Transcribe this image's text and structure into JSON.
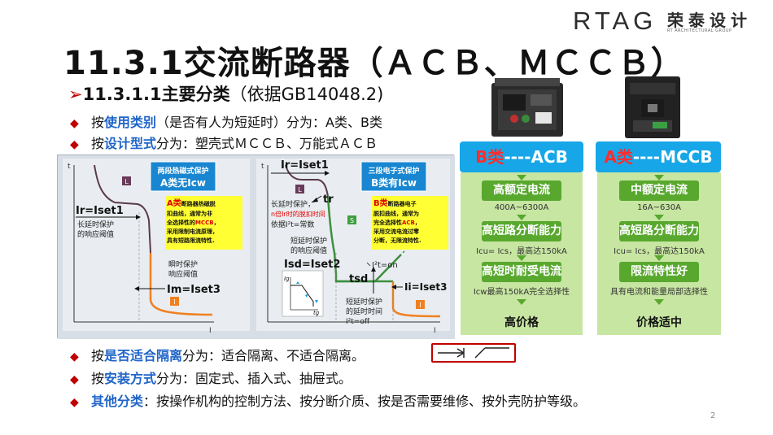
{
  "logo": {
    "brand": "RTAG",
    "chinese": "荣泰设计",
    "tagline": "RT ARCHITECTURAL GROUP"
  },
  "title": "11.3.1交流断路器（ＡＣＢ、ＭＣＣＢ）",
  "subtitle": {
    "marker": "➢",
    "bold": "11.3.1.1主要分类",
    "rest": "（依据GB14048.2)"
  },
  "bullets": [
    {
      "pre": "按",
      "hl": "使用类别",
      "post": "（是否有人为短延时）分为：A类、B类"
    },
    {
      "pre": "按",
      "hl": "设计型式",
      "post": "分为：塑壳式ＭＣＣＢ、万能式ＡＣＢ"
    },
    {
      "pre": "按",
      "hl": "是否适合隔离",
      "post": "分为：适合隔离、不适合隔离。"
    },
    {
      "pre": "按",
      "hl": "安装方式",
      "post": "分为：固定式、插入式、抽屉式。"
    },
    {
      "pre": "",
      "hl": "其他分类",
      "post": "：按操作机构的控制方法、按分断介质、按是否需要维修、按外壳防护等级。"
    }
  ],
  "chart": {
    "left": {
      "box_title_l1": "两段热磁式保护",
      "box_title_l2": "A类无Icw",
      "ir_label": "Ir=Iset1",
      "ir_desc_l1": "长延时保护",
      "ir_desc_l2": "的响应阈值",
      "info_red": "A类",
      "info_l1": "断路器热磁脱",
      "info_l2": "扣曲线，通常为非",
      "info_l3_pre": "全选择性的",
      "info_l3_red": "MCCB",
      "info_l3_post": "，",
      "info_l4": "采用限制电流原理，",
      "info_l5": "具有短路限流特性.",
      "inst_l1": "瞬时保护",
      "inst_l2": "响应阈值",
      "im_label": "Im=Iset3",
      "t_axis": "t",
      "i_axis": "I",
      "flag_L": "L",
      "flag_I": "I"
    },
    "right": {
      "box_title_l1": "三段电子式保护",
      "box_title_l2": "B类有Icw",
      "ir_label": "Ir=Iset1",
      "tr_label": "tr",
      "long_l1": "长延时保护，",
      "long_l2_red": "n倍Ir时的脱扣时间",
      "long_l3": "依据I²t=常数",
      "info_red": "B类",
      "info_l1": "断路器电子",
      "info_l2": "脱扣曲线，通常为",
      "info_l3_pre": "完全选择性",
      "info_l3_red": "ACB",
      "info_l3_post": "，",
      "info_l4": "采用交流电流过零",
      "info_l5": "分断，无限流特性.",
      "short_l1": "短延时保护",
      "short_l2": "的响应阈值",
      "isd_label": "Isd=Iset2",
      "i2t_on": "I²t=on",
      "tsd_label": "tsd",
      "ii_label": "Ii=Iset3",
      "sdelay_l1": "短延时保护",
      "sdelay_l2": "的延时时间",
      "i2t_off": "I²t=off",
      "t_axis": "t",
      "i_axis": "I",
      "flag_L": "L",
      "flag_S": "S",
      "flag_I": "I",
      "inset_y": "Ig",
      "inset_x": "tg"
    }
  },
  "acb": {
    "head_red": "B类",
    "head_rest": "----ACB",
    "items": [
      {
        "label": "高额定电流",
        "note": "400A~6300A"
      },
      {
        "label": "高短路分断能力",
        "note": "Icu= Ics，最高达150kA"
      },
      {
        "label": "高短时耐受电流",
        "note": "Icw最高150kA完全选择性"
      }
    ],
    "price": "高价格"
  },
  "mccb": {
    "head_red": "A类",
    "head_rest": "----MCCB",
    "items": [
      {
        "label": "中额定电流",
        "note": "16A~630A"
      },
      {
        "label": "高短路分断能力",
        "note": "Icu= Ics，最高达150kA"
      },
      {
        "label": "限流特性好",
        "note": "具有电流和能量局部选择性"
      }
    ],
    "price": "价格适中"
  },
  "page_number": "2",
  "colors": {
    "accent_blue": "#17a7e8",
    "green": "#58a82e",
    "light_green": "#c7e6a2",
    "red": "#c00000",
    "curve_orange": "#f08020"
  }
}
